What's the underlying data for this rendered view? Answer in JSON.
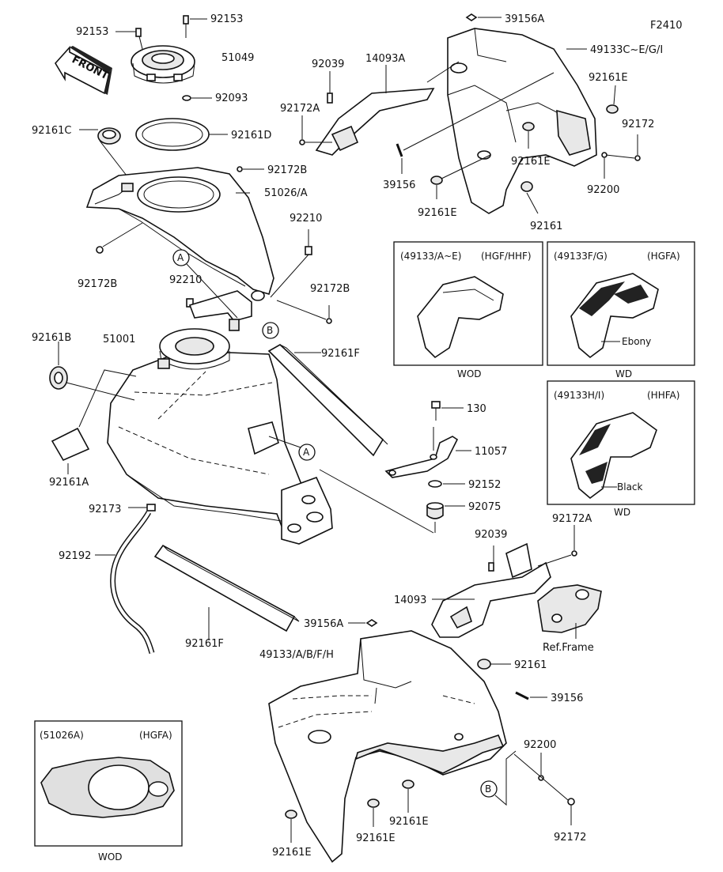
{
  "figure_code": "F2410",
  "front_label": "FRONT",
  "labels": {
    "p92153_left": "92153",
    "p92153_top": "92153",
    "p51049": "51049",
    "p92093": "92093",
    "p92161C": "92161C",
    "p92161D": "92161D",
    "p92172B_a": "92172B",
    "p51026A": "51026/A",
    "p92210_a": "92210",
    "p92172B_b": "92172B",
    "p92210_b": "92210",
    "p92172B_c": "92172B",
    "p92161B": "92161B",
    "p51001": "51001",
    "p92161F_a": "92161F",
    "p92161A": "92161A",
    "p92173": "92173",
    "p92192": "92192",
    "p92161F_b": "92161F",
    "p39156A_top": "39156A",
    "p92039_top": "92039",
    "p14093A": "14093A",
    "p49133CEGI": "49133C~E/G/I",
    "p92172A_top": "92172A",
    "p92161E_a": "92161E",
    "p92172_top": "92172",
    "p39156_top": "39156",
    "p92161E_b": "92161E",
    "p92200_top": "92200",
    "p92161E_c": "92161E",
    "p92161_top": "92161",
    "p130": "130",
    "p11057": "11057",
    "p92152": "92152",
    "p92075": "92075",
    "p92039_bot": "92039",
    "p92172A_bot": "92172A",
    "p14093": "14093",
    "p_ref_frame": "Ref.Frame",
    "p39156A_bot": "39156A",
    "p49133ABFH": "49133/A/B/F/H",
    "p92161_bot": "92161",
    "p39156_bot": "39156",
    "p92200_bot": "92200",
    "p92161E_d": "92161E",
    "p92161E_e": "92161E",
    "p92172_bot": "92172"
  },
  "callouts": {
    "a1": "A",
    "a2": "A",
    "b1": "B",
    "b2": "B"
  },
  "insets": {
    "hgf_hhf": {
      "part": "(49133/A~E)",
      "model": "(HGF/HHF)",
      "note": "WOD"
    },
    "hgfa_ebony": {
      "part": "(49133F/G)",
      "model": "(HGFA)",
      "color": "Ebony",
      "note": "WD"
    },
    "hhfa_black": {
      "part": "(49133H/I)",
      "model": "(HHFA)",
      "color": "Black",
      "note": "WD"
    },
    "tank_cover": {
      "part": "(51026A)",
      "model": "(HGFA)",
      "note": "WOD"
    }
  }
}
